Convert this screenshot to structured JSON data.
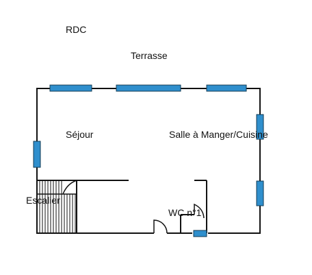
{
  "title": "RDC",
  "colors": {
    "wall": "#111111",
    "window_fill": "#2f8fcd",
    "window_stroke": "#123a52",
    "background": "#ffffff"
  },
  "rooms": {
    "terrace": "Terrasse",
    "living_room": "Séjour",
    "dining_kitchen": "Salle à Manger/Cuisine",
    "staircase": "Escalier",
    "toilet": "WC n°1"
  },
  "window_icon": "window-icon",
  "door_icon": "door-swing-icon"
}
